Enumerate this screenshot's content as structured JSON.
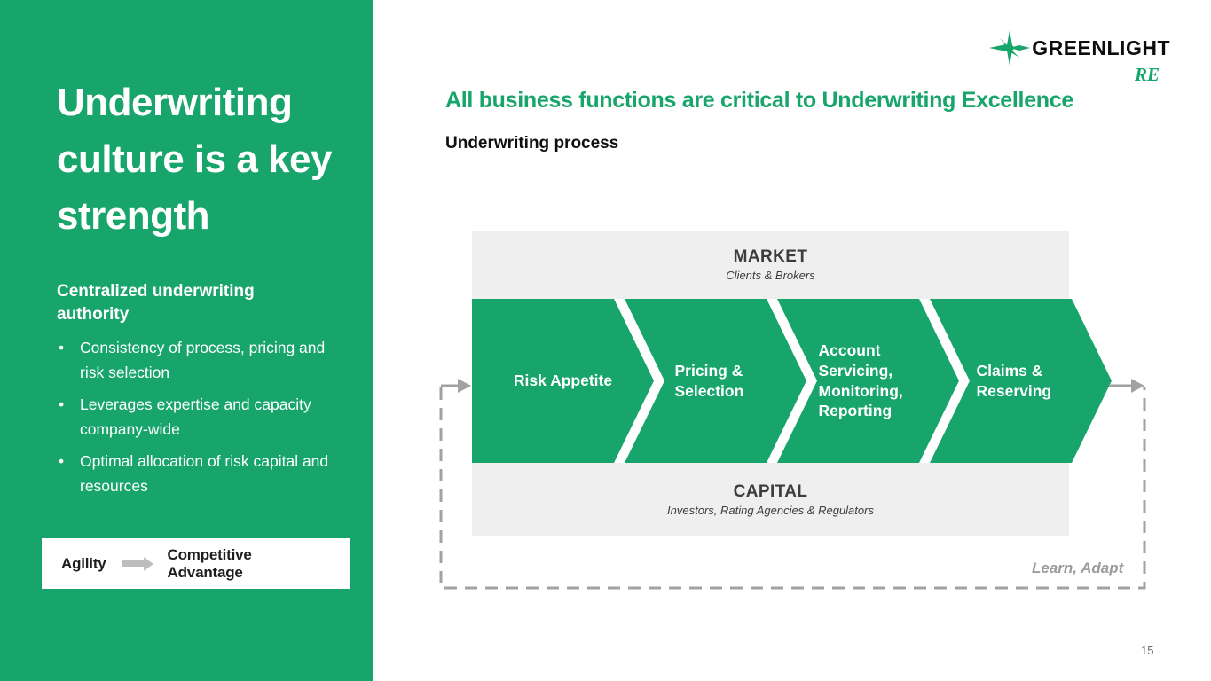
{
  "sidebar": {
    "title": "Underwriting culture is a key strength",
    "subtitle": "Centralized underwriting authority",
    "bullets": [
      "Consistency of process, pricing and risk selection",
      "Leverages expertise and capacity company-wide",
      "Optimal allocation of risk capital and resources"
    ],
    "callout": {
      "left": "Agility",
      "right": "Competitive Advantage"
    }
  },
  "header": {
    "logo_text": "GREENLIGHT",
    "logo_sub": "RE",
    "title": "All business functions are critical to Underwriting Excellence",
    "subtitle": "Underwriting process"
  },
  "diagram": {
    "market_label": "MARKET",
    "market_sub": "Clients & Brokers",
    "capital_label": "CAPITAL",
    "capital_sub": "Investors, Rating Agencies & Regulators",
    "steps": [
      "Risk Appetite",
      "Pricing & Selection",
      "Account Servicing, Monitoring, Reporting",
      "Claims & Reserving"
    ],
    "feedback_label": "Learn, Adapt"
  },
  "colors": {
    "green": "#17A56B",
    "band_gray": "#efefef",
    "dashed_gray": "#a2a2a2",
    "dark_text": "#3d3d3d"
  },
  "page_number": "15"
}
